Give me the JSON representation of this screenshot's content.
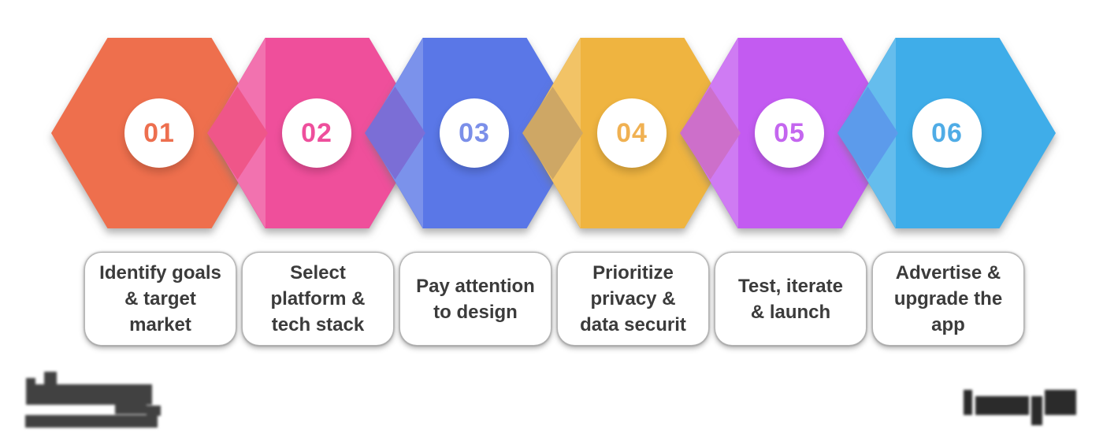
{
  "page": {
    "background": "#ffffff"
  },
  "steps": [
    {
      "number": "01",
      "hex_color": "#EE6F4D",
      "number_color": "#ED6F4F",
      "label": "Identify goals\n& target\nmarket"
    },
    {
      "number": "02",
      "hex_color": "#EF4F9B",
      "number_color": "#EE4F9C",
      "label": "Select\nplatform &\ntech stack"
    },
    {
      "number": "03",
      "hex_color": "#5A77E7",
      "number_color": "#7B8FE9",
      "label": "Pay attention\nto design"
    },
    {
      "number": "04",
      "hex_color": "#EFB440",
      "number_color": "#F0B152",
      "label": "Prioritize\nprivacy &\ndata securit"
    },
    {
      "number": "05",
      "hex_color": "#C35BF1",
      "number_color": "#C466EF",
      "label": "Test, iterate\n& launch"
    },
    {
      "number": "06",
      "hex_color": "#3FADE9",
      "number_color": "#4FACE6",
      "label": "Advertise &\nupgrade the\napp"
    }
  ],
  "junctions": [
    {
      "color": "#EF5689"
    },
    {
      "color": "#7B6ED6"
    },
    {
      "color": "#CEA765"
    },
    {
      "color": "#CD6FCA"
    },
    {
      "color": "#5C9BEB"
    }
  ],
  "branding": {
    "left_wordmark_color": "#414141",
    "right_wordmark_color": "#2b2b2b"
  }
}
